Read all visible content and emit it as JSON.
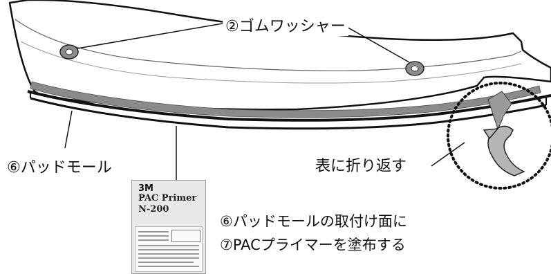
{
  "labels": {
    "washer": "②ゴムワッシャー",
    "pad_mold": "⑥パッドモール",
    "fold_back": "表に折り返す",
    "instruction_line1": "⑥パッドモールの取付け面に",
    "instruction_line2": "⑦PACプライマーを塗布する"
  },
  "product": {
    "brand": "3M",
    "name": "PAC Primer",
    "code": "N-200"
  },
  "colors": {
    "line": "#111111",
    "tape": "#8a8a8a",
    "dotted_circle": "#111111"
  }
}
